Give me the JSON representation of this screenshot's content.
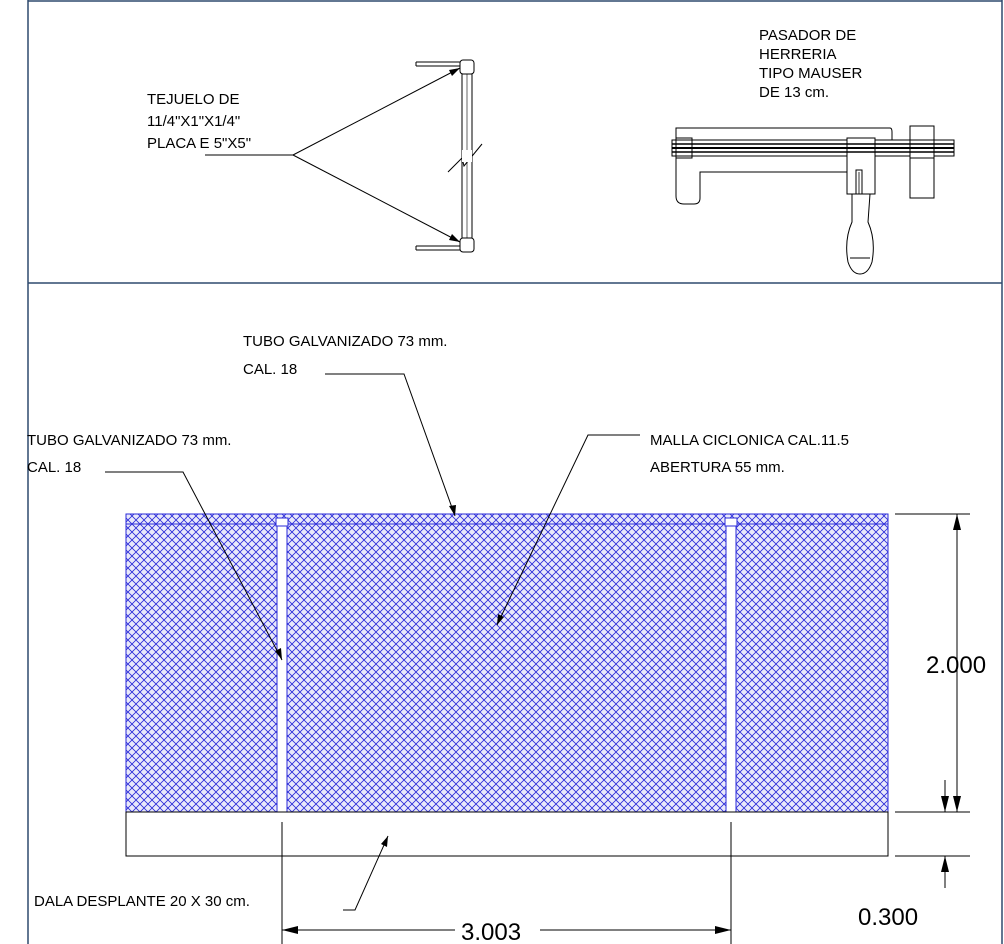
{
  "top": {
    "detail_left": {
      "label_lines": [
        "TEJUELO DE",
        "11/4\"X1\"X1/4\"",
        "PLACA E 5\"X5\""
      ]
    },
    "detail_right": {
      "label_lines": [
        "PASADOR DE",
        "HERRERIA",
        "TIPO MAUSER",
        "DE 13 cm."
      ]
    }
  },
  "bottom": {
    "labels": {
      "tube_top": [
        "TUBO GALVANIZADO 73 mm.",
        "CAL. 18"
      ],
      "tube_left": [
        "TUBO GALVANIZADO 73 mm.",
        "CAL. 18"
      ],
      "mesh": [
        "MALLA CICLONICA  CAL.11.5",
        "ABERTURA 55 mm."
      ],
      "dala": "DALA DESPLANTE 20 X 30 cm."
    },
    "dimensions": {
      "height": "2.000",
      "width": "3.003",
      "dala_height": "0.300"
    }
  },
  "colors": {
    "frame": "#2e4a6e",
    "mesh": "#2a2ad8",
    "mesh_fill": "#e9e9fb",
    "line": "#000000"
  }
}
